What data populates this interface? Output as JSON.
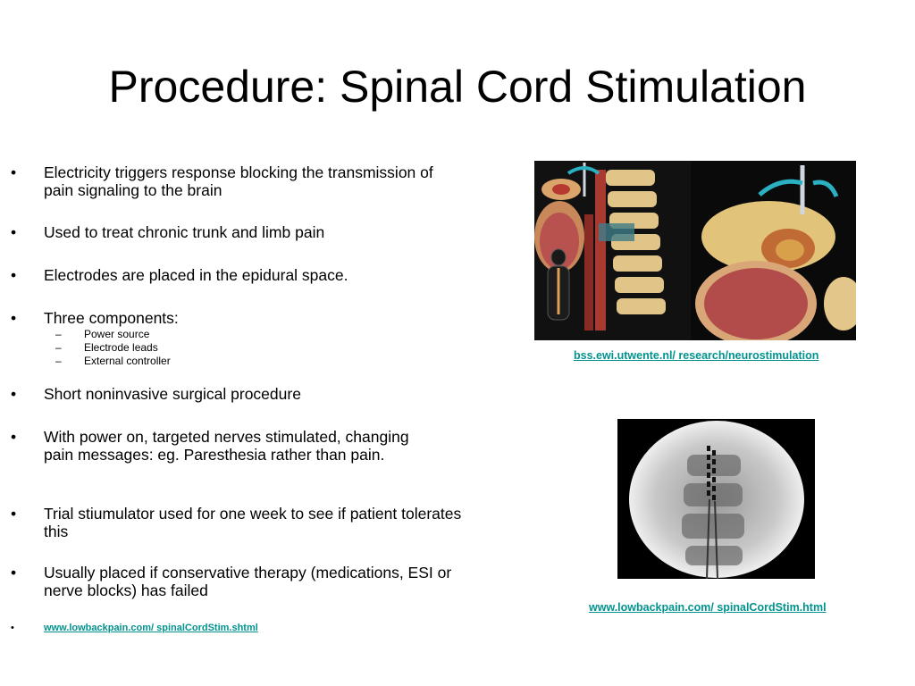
{
  "slide": {
    "title": "Procedure: Spinal Cord Stimulation",
    "bullets": [
      "Electricity triggers response blocking the transmission of pain signaling to the brain",
      "Used to treat chronic trunk and limb pain",
      "Electrodes are placed in the epidural space.",
      "Three components:",
      "Short noninvasive surgical procedure",
      "With power on, targeted nerves stimulated, changing pain messages: eg. Paresthesia rather than pain.",
      "Trial stiumulator used for one week to see if patient tolerates this",
      "Usually placed if conservative therapy (medications, ESI or nerve blocks) has failed"
    ],
    "bullet_symbol": "•",
    "sub_symbol": "–",
    "subbullets": [
      "Power source",
      "Electrode leads",
      "External controller"
    ],
    "source_bullet_link": "www.lowbackpain.com/ spinalCordStim.shtml",
    "image1_caption": "bss.ewi.utwente.nl/ research/neurostimulation",
    "image2_caption": "www.lowbackpain.com/ spinalCordStim.html"
  },
  "colors": {
    "link": "#00938f",
    "text": "#000000",
    "background": "#ffffff"
  }
}
